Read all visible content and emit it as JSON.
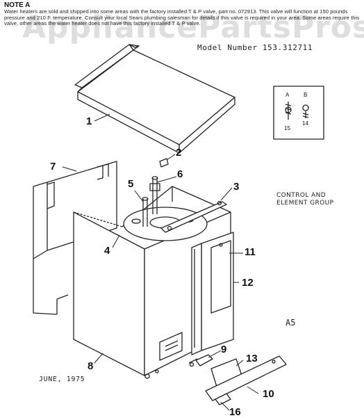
{
  "note": {
    "title": "NOTE A",
    "text": "Water heaters are sold and shipped into some areas with the factory installed T & P valve, part no. 072913. This valve will function at 150 pounds pressure and 210 F. temperature. Consult your local Sears plumbing salesman for details if this valve is required in your area. Some areas require this valve, other areas the water heater does not have this factory installed T & P valve."
  },
  "watermark": "AppliancePartsPros.com",
  "model_label": "Model Number 153.312711",
  "group_label": {
    "line1": "CONTROL AND",
    "line2": "ELEMENT GROUP"
  },
  "ref_code": "A5",
  "date": "JUNE, 1975",
  "inset": {
    "left_letter": "A",
    "right_letter": "B",
    "left_number": "15",
    "right_number": "14"
  },
  "callouts": {
    "c1": "1",
    "c2": "2",
    "c3": "3",
    "c4": "4",
    "c5": "5",
    "c6": "6",
    "c7": "7",
    "c8": "8",
    "c9": "9",
    "c10": "10",
    "c11": "11",
    "c12": "12",
    "c13": "13",
    "c16": "16"
  }
}
